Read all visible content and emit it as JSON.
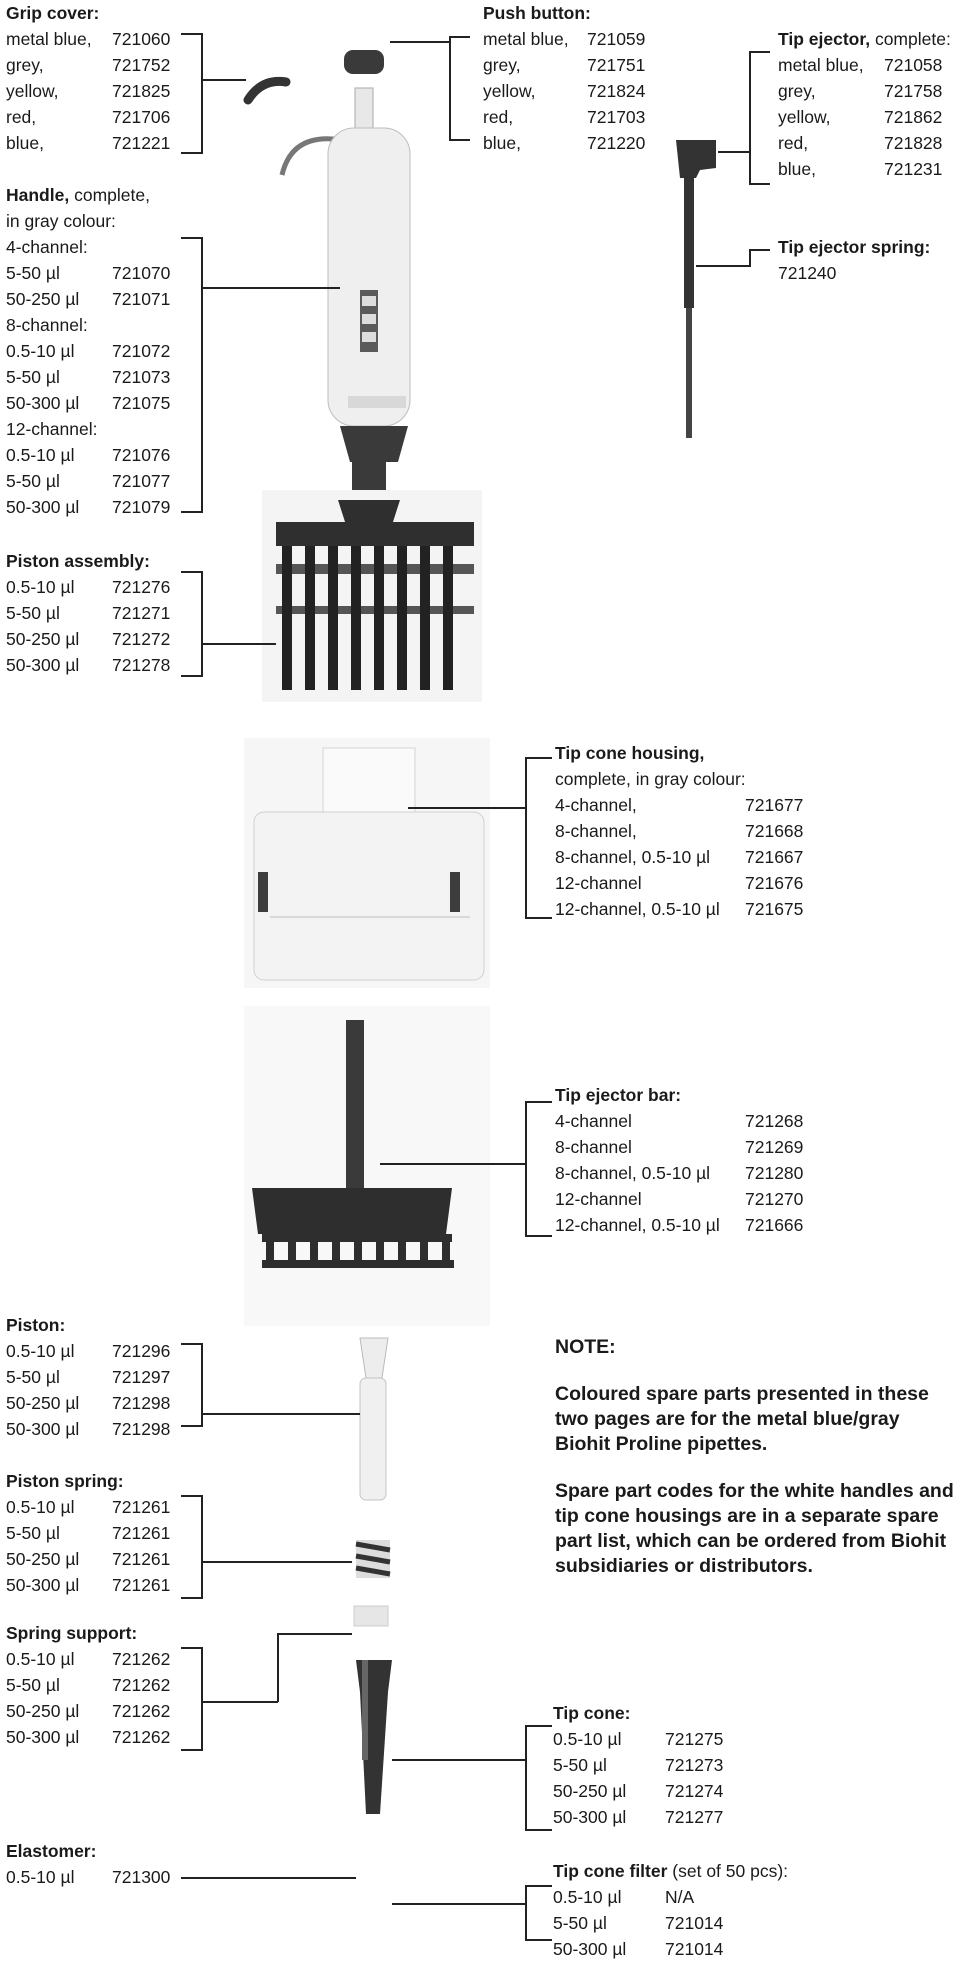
{
  "grip_cover": {
    "title": "Grip cover:",
    "rows": [
      {
        "label": "metal blue,",
        "code": "721060"
      },
      {
        "label": "grey,",
        "code": "721752"
      },
      {
        "label": "yellow,",
        "code": "721825"
      },
      {
        "label": "red,",
        "code": "721706"
      },
      {
        "label": "blue,",
        "code": "721221"
      }
    ]
  },
  "handle": {
    "title_bold": "Handle,",
    "title_rest": " complete,",
    "subtitle": "in gray colour:",
    "rows": [
      {
        "label": "4-channel:",
        "code": ""
      },
      {
        "label": "5-50 µl",
        "code": "721070"
      },
      {
        "label": "50-250 µl",
        "code": "721071"
      },
      {
        "label": "8-channel:",
        "code": ""
      },
      {
        "label": "0.5-10 µl",
        "code": "721072"
      },
      {
        "label": "5-50 µl",
        "code": "721073"
      },
      {
        "label": "50-300 µl",
        "code": "721075"
      },
      {
        "label": "12-channel:",
        "code": ""
      },
      {
        "label": "0.5-10 µl",
        "code": "721076"
      },
      {
        "label": "5-50 µl",
        "code": "721077"
      },
      {
        "label": "50-300 µl",
        "code": "721079"
      }
    ]
  },
  "piston_assembly": {
    "title": "Piston assembly:",
    "rows": [
      {
        "label": "0.5-10 µl",
        "code": "721276"
      },
      {
        "label": "5-50 µl",
        "code": "721271"
      },
      {
        "label": "50-250 µl",
        "code": "721272"
      },
      {
        "label": "50-300 µl",
        "code": "721278"
      }
    ]
  },
  "push_button": {
    "title": "Push button:",
    "rows": [
      {
        "label": "metal blue,",
        "code": "721059"
      },
      {
        "label": "grey,",
        "code": "721751"
      },
      {
        "label": "yellow,",
        "code": "721824"
      },
      {
        "label": "red,",
        "code": "721703"
      },
      {
        "label": "blue,",
        "code": "721220"
      }
    ]
  },
  "tip_ejector": {
    "title_bold": "Tip ejector,",
    "title_rest": " complete:",
    "rows": [
      {
        "label": "metal blue,",
        "code": "721058"
      },
      {
        "label": "grey,",
        "code": "721758"
      },
      {
        "label": "yellow,",
        "code": "721862"
      },
      {
        "label": "red,",
        "code": "721828"
      },
      {
        "label": "blue,",
        "code": "721231"
      }
    ]
  },
  "tip_ejector_spring": {
    "title": "Tip ejector spring:",
    "code": "721240"
  },
  "tip_cone_housing": {
    "title": "Tip cone housing,",
    "subtitle": "complete, in gray colour:",
    "rows": [
      {
        "label": "4-channel,",
        "code": "721677"
      },
      {
        "label": "8-channel,",
        "code": "721668"
      },
      {
        "label": "8-channel, 0.5-10 µl",
        "code": "721667"
      },
      {
        "label": "12-channel",
        "code": "721676"
      },
      {
        "label": "12-channel, 0.5-10 µl",
        "code": "721675"
      }
    ]
  },
  "tip_ejector_bar": {
    "title": "Tip ejector bar:",
    "rows": [
      {
        "label": "4-channel",
        "code": "721268"
      },
      {
        "label": "8-channel",
        "code": "721269"
      },
      {
        "label": "8-channel, 0.5-10 µl",
        "code": "721280"
      },
      {
        "label": "12-channel",
        "code": "721270"
      },
      {
        "label": "12-channel, 0.5-10 µl",
        "code": "721666"
      }
    ]
  },
  "piston": {
    "title": "Piston:",
    "rows": [
      {
        "label": "0.5-10 µl",
        "code": "721296"
      },
      {
        "label": "5-50 µl",
        "code": "721297"
      },
      {
        "label": "50-250 µl",
        "code": "721298"
      },
      {
        "label": "50-300 µl",
        "code": "721298"
      }
    ]
  },
  "piston_spring": {
    "title": "Piston spring:",
    "rows": [
      {
        "label": "0.5-10 µl",
        "code": "721261"
      },
      {
        "label": "5-50 µl",
        "code": "721261"
      },
      {
        "label": "50-250 µl",
        "code": "721261"
      },
      {
        "label": "50-300 µl",
        "code": "721261"
      }
    ]
  },
  "spring_support": {
    "title": "Spring support:",
    "rows": [
      {
        "label": "0.5-10 µl",
        "code": "721262"
      },
      {
        "label": "5-50 µl",
        "code": "721262"
      },
      {
        "label": "50-250 µl",
        "code": "721262"
      },
      {
        "label": "50-300 µl",
        "code": "721262"
      }
    ]
  },
  "elastomer": {
    "title": "Elastomer:",
    "rows": [
      {
        "label": "0.5-10 µl",
        "code": "721300"
      }
    ]
  },
  "note": {
    "title": "NOTE:",
    "p1": "Coloured spare parts presented in these two pages are for the metal blue/gray Biohit Proline pipettes.",
    "p2": "Spare part codes for the white handles and tip cone housings are in a separate spare part list, which can be ordered from Biohit subsidiaries or distributors."
  },
  "tip_cone": {
    "title": "Tip cone:",
    "rows": [
      {
        "label": "0.5-10 µl",
        "code": "721275"
      },
      {
        "label": "5-50 µl",
        "code": "721273"
      },
      {
        "label": "50-250 µl",
        "code": "721274"
      },
      {
        "label": "50-300 µl",
        "code": "721277"
      }
    ]
  },
  "tip_cone_filter": {
    "title_bold": "Tip cone filter",
    "title_rest": " (set of 50 pcs):",
    "rows": [
      {
        "label": "0.5-10 µl",
        "code": "N/A"
      },
      {
        "label": "5-50 µl",
        "code": "721014"
      },
      {
        "label": "50-300 µl",
        "code": "721014"
      }
    ]
  }
}
